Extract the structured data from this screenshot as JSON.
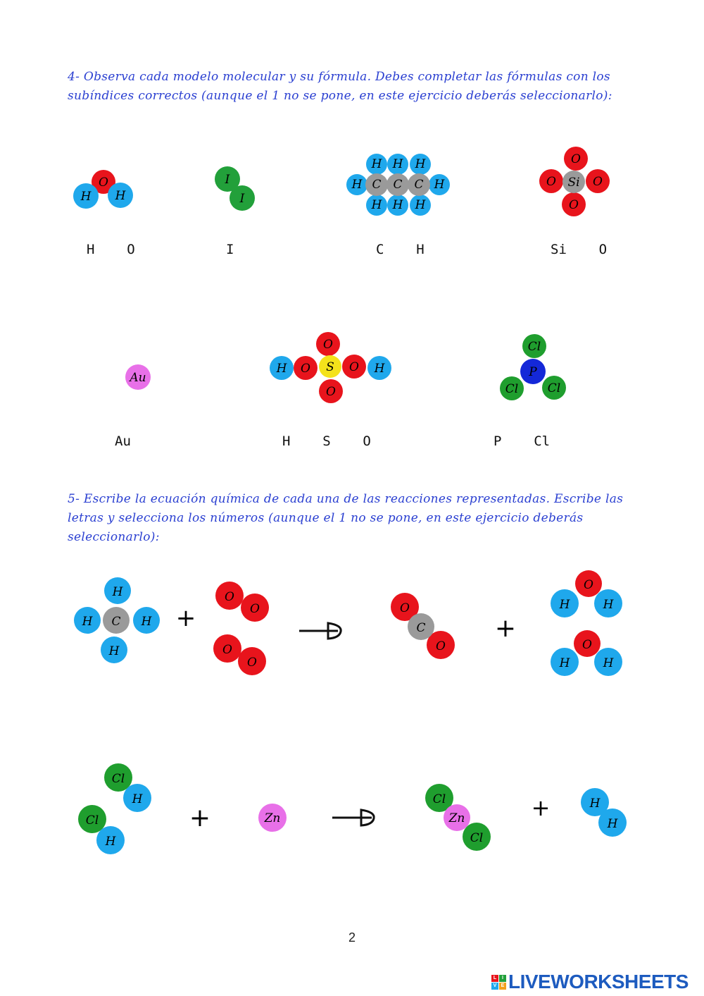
{
  "exercise4": {
    "instructions": "4- Observa cada modelo molecular y su fórmula. Debes completar las fórmulas con los subíndices correctos (aunque el 1 no se pone, en este ejercicio deberás seleccionarlo):",
    "row1_formulas": [
      "H    O",
      "I",
      "C    H",
      "Si    O"
    ],
    "row2_formulas": [
      "Au",
      "H    S    O",
      "P    Cl"
    ]
  },
  "exercise5": {
    "instructions": "5- Escribe la ecuación química de cada una de las reacciones representadas. Escribe las letras y selecciona los números (aunque el 1 no se pone, en este ejercicio deberás seleccionarlo):"
  },
  "atom_labels": {
    "H": "H",
    "O": "O",
    "I": "I",
    "C": "C",
    "Si": "Si",
    "S": "S",
    "P": "P",
    "Cl": "Cl",
    "Au": "Au",
    "Zn": "Zn"
  },
  "symbols": {
    "plus": "+"
  },
  "colors": {
    "hydrogen": "#1fa8ec",
    "oxygen": "#e8141c",
    "iodine": "#22a03a",
    "carbon": "#9a9a9a",
    "sulfur": "#f4e21b",
    "phosphorus": "#1428d8",
    "chlorine": "#1f9e2e",
    "gold": "#e870e8",
    "zinc": "#e870e8",
    "instruction_text": "#2a3fd1"
  },
  "page_number": "2",
  "brand": {
    "badge": [
      "L",
      "I",
      "V",
      "E"
    ],
    "name": "LIVEWORKSHEETS"
  }
}
